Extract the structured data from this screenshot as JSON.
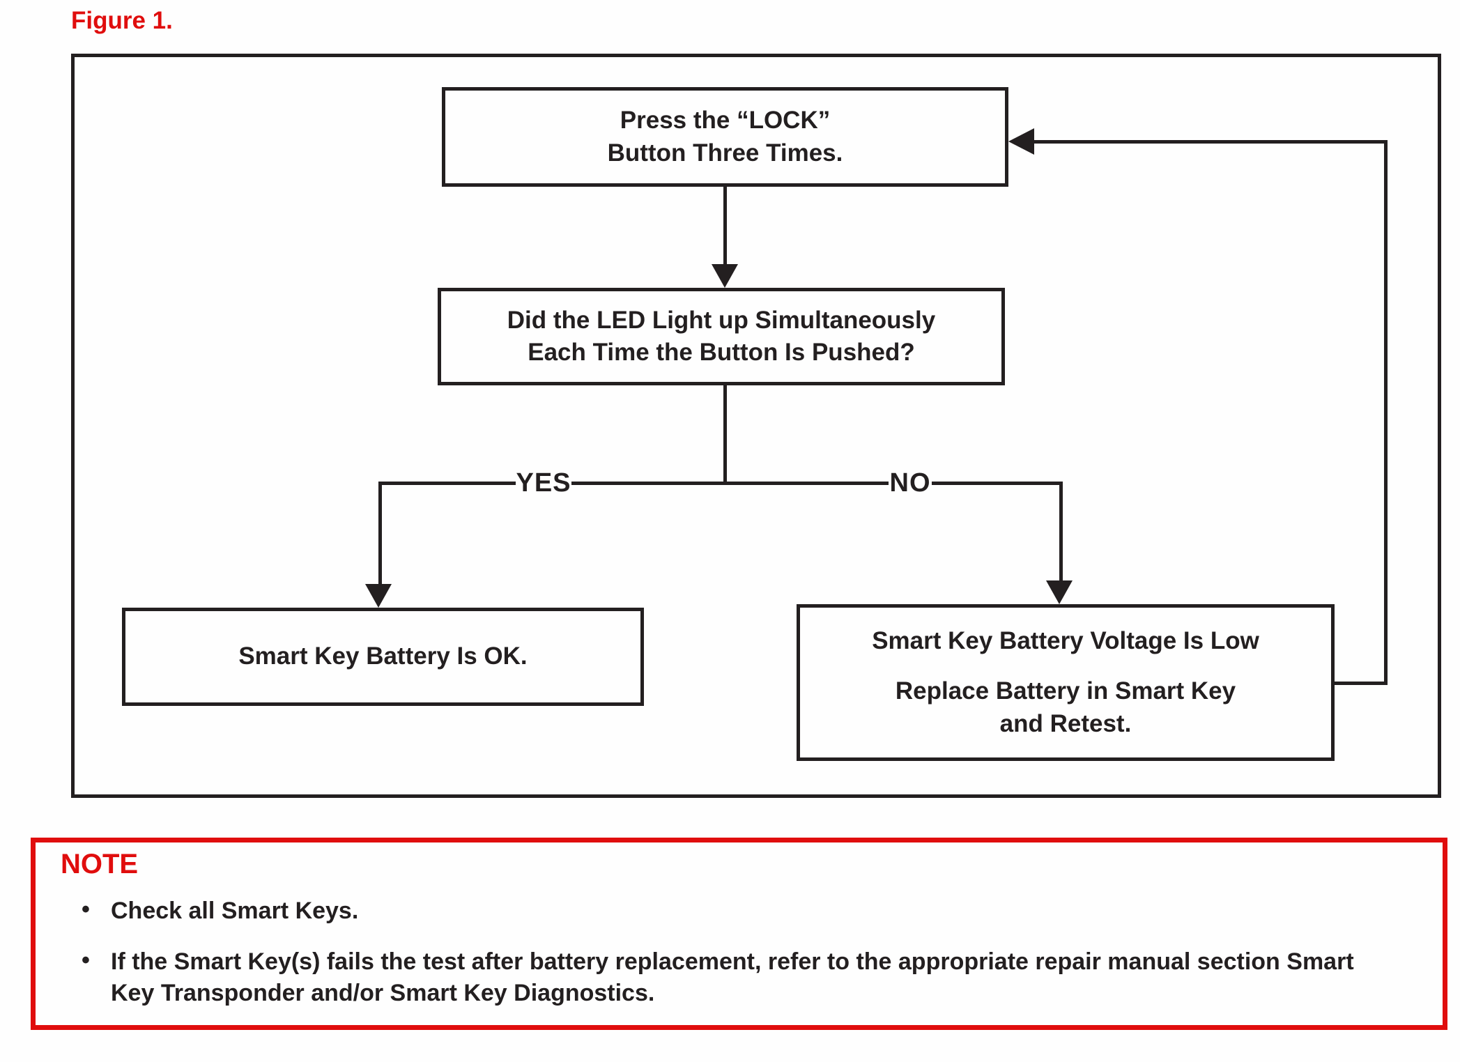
{
  "figure_label": "Figure 1.",
  "colors": {
    "accent_red": "#e00d0d",
    "ink": "#231f20"
  },
  "flowchart": {
    "box_press_lock": {
      "line1": "Press the “LOCK”",
      "line2": "Button Three Times."
    },
    "box_led_question": {
      "line1": "Did the LED Light up Simultaneously",
      "line2": "Each Time the Button Is Pushed?"
    },
    "label_yes": "YES",
    "label_no": "NO",
    "box_battery_ok": {
      "line1": "Smart Key Battery Is OK."
    },
    "box_battery_low": {
      "line1": "Smart Key Battery Voltage Is Low",
      "line2": "Replace Battery in Smart Key",
      "line3": "and Retest."
    }
  },
  "note": {
    "heading": "NOTE",
    "bullet_glyph": "•",
    "bullets": [
      "Check all Smart Keys.",
      "If the Smart Key(s) fails the test after battery replacement, refer to the appropriate repair manual section Smart Key Transponder and/or Smart Key Diagnostics."
    ]
  }
}
